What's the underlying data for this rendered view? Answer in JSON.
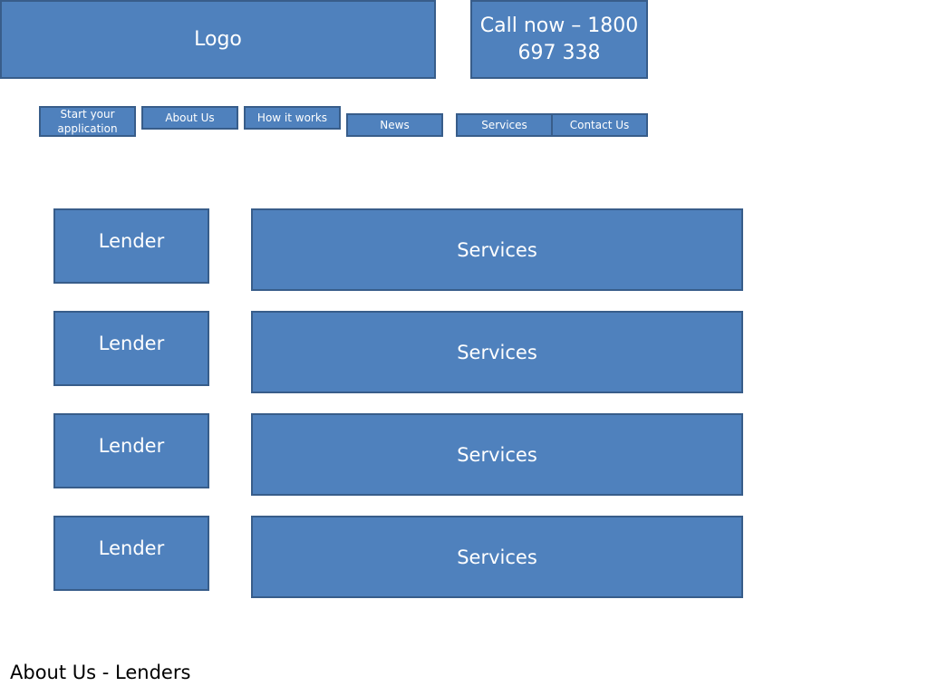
{
  "header": {
    "logo_label": "Logo",
    "call_label": "Call now – 1800 697 338"
  },
  "nav": {
    "items": [
      {
        "label": "Start your application"
      },
      {
        "label": "About Us"
      },
      {
        "label": "How it works"
      },
      {
        "label": "News"
      },
      {
        "label": "Services"
      },
      {
        "label": "Contact Us"
      }
    ]
  },
  "lenders": [
    {
      "lender_label": "Lender",
      "services_label": "Services"
    },
    {
      "lender_label": "Lender",
      "services_label": "Services"
    },
    {
      "lender_label": "Lender",
      "services_label": "Services"
    },
    {
      "lender_label": "Lender",
      "services_label": "Services"
    }
  ],
  "caption": "About Us - Lenders",
  "colors": {
    "box_fill": "#4f81bd",
    "box_border": "#385d8a",
    "box_text": "#ffffff"
  }
}
